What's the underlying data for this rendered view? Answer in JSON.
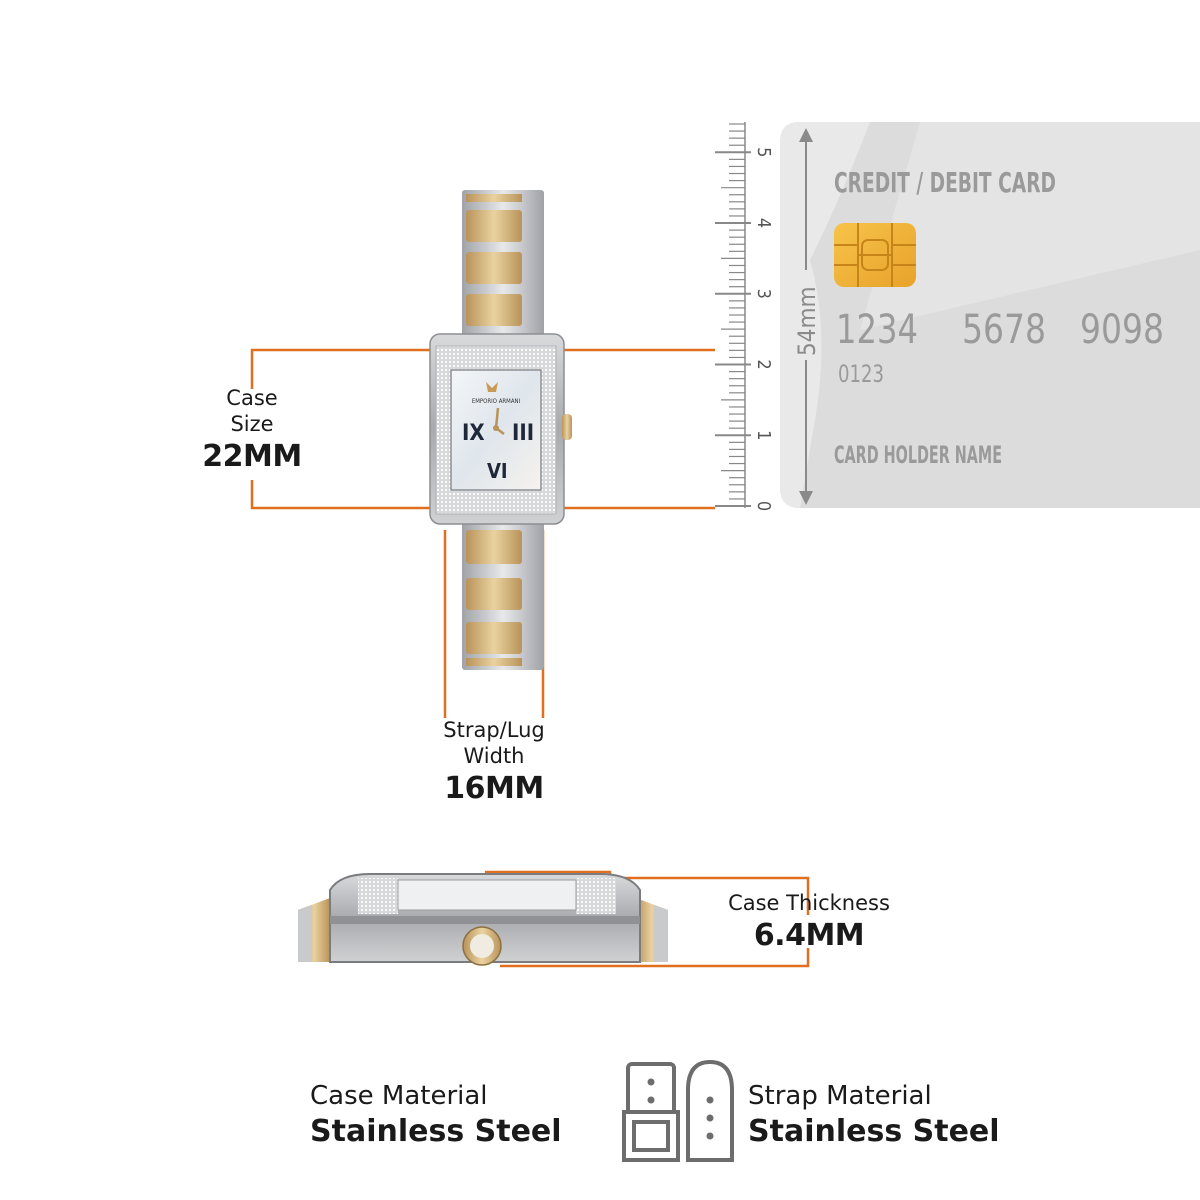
{
  "measurements": {
    "case_size": {
      "label_line1": "Case",
      "label_line2": "Size",
      "value": "22MM"
    },
    "strap_width": {
      "label_line1": "Strap/Lug",
      "label_line2": "Width",
      "value": "16MM"
    },
    "case_thickness": {
      "label": "Case Thickness",
      "value": "6.4MM"
    }
  },
  "ruler": {
    "ticks": [
      "0",
      "1",
      "2",
      "3",
      "4",
      "5"
    ]
  },
  "card": {
    "title": "CREDIT / DEBIT CARD",
    "number": [
      "1234",
      "5678",
      "9098"
    ],
    "small_number": "0123",
    "holder": "CARD HOLDER NAME",
    "height_label": "54mm"
  },
  "watch": {
    "brand": "EMPORIO ARMANI"
  },
  "materials": {
    "case": {
      "title": "Case Material",
      "value": "Stainless Steel"
    },
    "strap": {
      "title": "Strap Material",
      "value": "Stainless Steel"
    }
  },
  "colors": {
    "accent": "#e0701f",
    "gold": "#d6b57a",
    "steel": "#c9cacc",
    "card": "#dcdcdc",
    "card_text": "#9a9a9a"
  }
}
